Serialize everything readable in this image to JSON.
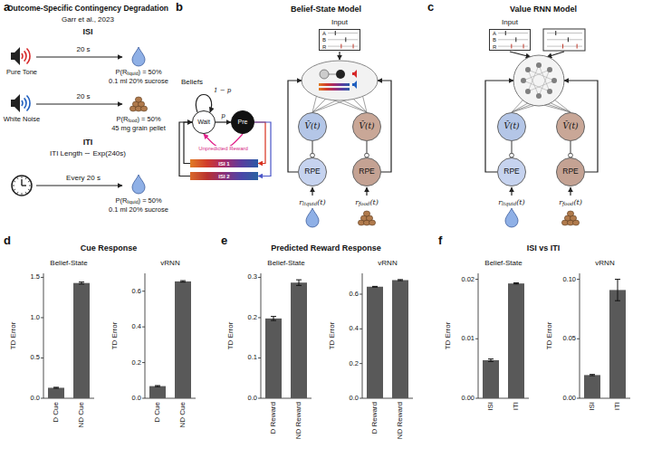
{
  "diagram": {
    "nodes": [
      {
        "text": [
          "Input",
          "A",
          "B",
          "R"
        ]
      },
      {
        "text": [
          "Wait"
        ]
      },
      {
        "text": [
          "Pre"
        ]
      },
      {
        "text": [
          "ISI 1"
        ]
      },
      {
        "text": [
          "ISI 2"
        ]
      },
      {
        "text": [
          "V̂(t)"
        ]
      },
      {
        "text": [
          "V̂(t)"
        ]
      },
      {
        "text": [
          "RPE"
        ]
      },
      {
        "text": [
          "RPE"
        ]
      },
      {
        "text": [
          "Input",
          "A",
          "B",
          "R"
        ]
      },
      {
        "text": [
          "V̂(t)"
        ]
      },
      {
        "text": [
          "V̂(t)"
        ]
      },
      {
        "text": [
          "RPE"
        ]
      },
      {
        "text": [
          "RPE"
        ]
      }
    ],
    "edges": [
      {
        "from": 1,
        "to": 2,
        "label": "p",
        "arrow": "to"
      },
      {
        "from": 2,
        "to": 1,
        "label": "Unpredicted Reward",
        "arrow": "to"
      },
      {
        "from": 2,
        "to": 3,
        "arrow": "to"
      },
      {
        "from": 2,
        "to": 4,
        "arrow": "to"
      },
      {
        "from": 3,
        "to": 1,
        "arrow": "to"
      },
      {
        "from": 4,
        "to": 1,
        "arrow": "to"
      },
      {
        "from": 5,
        "to": 7,
        "arrow": "to"
      },
      {
        "from": 6,
        "to": 8,
        "arrow": "to"
      },
      {
        "from": 10,
        "to": 12,
        "arrow": "to"
      },
      {
        "from": 11,
        "to": 13,
        "arrow": "to"
      }
    ],
    "labels": [
      "a",
      "Outcome-Specific Contingency Degradation",
      "Garr et al., 2023",
      "ISI",
      "Pure Tone",
      "20 s",
      "P(Rliquid) = 50%",
      "0.1 ml 20% sucrose",
      "White Noise",
      "20 s",
      "P(Rfood) = 50%",
      "45 mg grain pellet",
      "ITI",
      "ITI Length ∼ Exp(240s)",
      "Every 20 s",
      "P(Rliquid) = 50%",
      "0.1 ml 20% sucrose",
      "b",
      "Belief-State Model",
      "Beliefs",
      "1 − p",
      "rliquid(t)",
      "rfood(t)",
      "c",
      "Value RNN Model",
      "rliquid(t)",
      "rfood(t)",
      "d",
      "Cue Response",
      "Belief-State",
      "TD Error",
      "0.0",
      "0.5",
      "1.0",
      "1.5",
      "D Cue",
      "ND Cue",
      "vRNN",
      "TD Error",
      "0.0",
      "0.2",
      "0.4",
      "0.6",
      "D Cue",
      "ND Cue",
      "e",
      "Predicted Reward Response",
      "Belief-State",
      "TD Error",
      "0.0",
      "0.1",
      "0.2",
      "0.3",
      "D Reward",
      "ND Reward",
      "vRNN",
      "TD Error",
      "0.0",
      "0.2",
      "0.4",
      "0.6",
      "D Reward",
      "ND Reward",
      "f",
      "ISI vs ITI",
      "Belief-State",
      "TD Error",
      "0.00",
      "0.01",
      "0.02",
      "ISI",
      "ITI",
      "vRNN",
      "TD Error",
      "0.00",
      "0.05",
      "0.10",
      "ISI",
      "ITI"
    ]
  }
}
